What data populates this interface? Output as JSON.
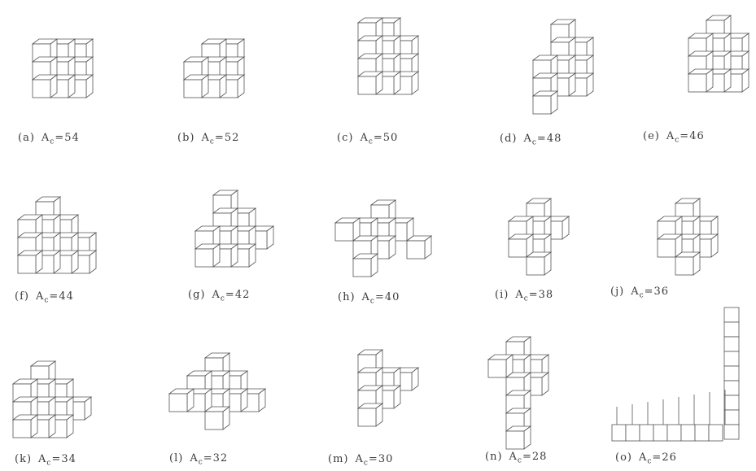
{
  "figures": [
    {
      "label": "(a)",
      "quantity": "A",
      "subscript": "c",
      "value": "54"
    },
    {
      "label": "(b)",
      "quantity": "A",
      "subscript": "c",
      "value": "52"
    },
    {
      "label": "(c)",
      "quantity": "A",
      "subscript": "c",
      "value": "50"
    },
    {
      "label": "(d)",
      "quantity": "A",
      "subscript": "c",
      "value": "48"
    },
    {
      "label": "(e)",
      "quantity": "A",
      "subscript": "c",
      "value": "46"
    },
    {
      "label": "(f)",
      "quantity": "A",
      "subscript": "c",
      "value": "44"
    },
    {
      "label": "(g)",
      "quantity": "A",
      "subscript": "c",
      "value": "42"
    },
    {
      "label": "(h)",
      "quantity": "A",
      "subscript": "c",
      "value": "40"
    },
    {
      "label": "(i)",
      "quantity": "A",
      "subscript": "c",
      "value": "38"
    },
    {
      "label": "(j)",
      "quantity": "A",
      "subscript": "c",
      "value": "36"
    },
    {
      "label": "(k)",
      "quantity": "A",
      "subscript": "c",
      "value": "34"
    },
    {
      "label": "(l)",
      "quantity": "A",
      "subscript": "c",
      "value": "32"
    },
    {
      "label": "(m)",
      "quantity": "A",
      "subscript": "c",
      "value": "30"
    },
    {
      "label": "(n)",
      "quantity": "A",
      "subscript": "c",
      "value": "28"
    },
    {
      "label": "(o)",
      "quantity": "A",
      "subscript": "c",
      "value": "26"
    }
  ],
  "style": {
    "line_color": "#555555",
    "face_color": "#ffffff"
  }
}
